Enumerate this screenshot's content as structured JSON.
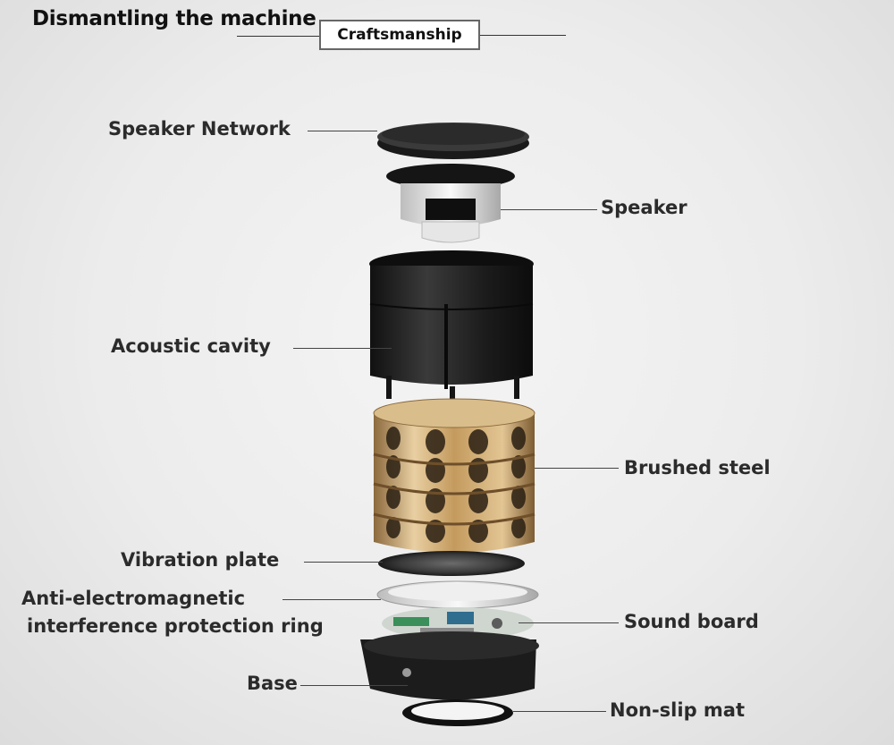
{
  "header": {
    "title": "Dismantling the machine",
    "badge": "Craftsmanship"
  },
  "labels": {
    "speaker_network": "Speaker Network",
    "speaker": "Speaker",
    "acoustic_cavity": "Acoustic cavity",
    "brushed_steel": "Brushed steel",
    "vibration_plate": "Vibration plate",
    "anti_em_line1": "Anti-electromagnetic",
    "anti_em_line2": "interference protection ring",
    "sound_board": "Sound board",
    "base": "Base",
    "non_slip_mat": "Non-slip mat"
  },
  "colors": {
    "gold": "#c9a46a",
    "dark_part": "#232323",
    "label_text": "#2b2b2b"
  }
}
